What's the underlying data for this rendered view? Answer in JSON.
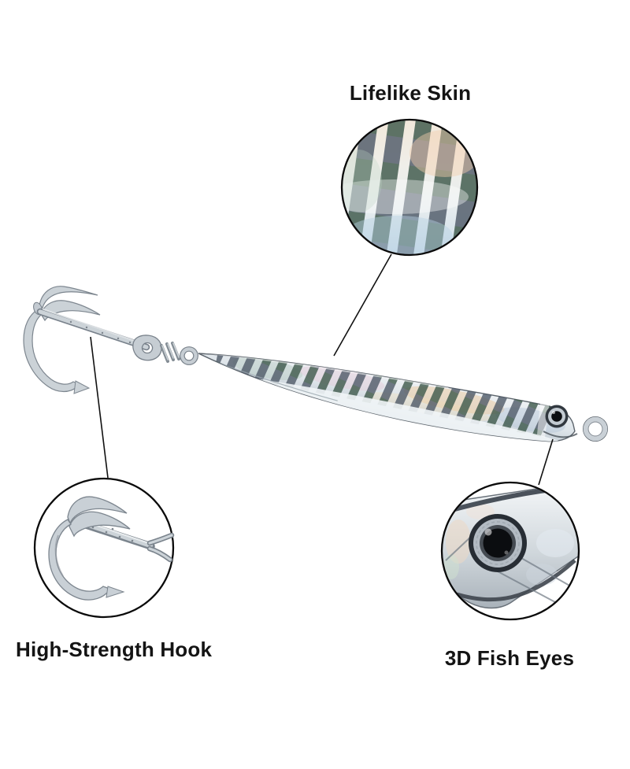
{
  "figure": {
    "alt": "Silver holographic fishing jig lure with treble hook, shown with three magnified detail callouts"
  },
  "callouts": [
    {
      "id": "lifelike-skin",
      "label": "Lifelike Skin"
    },
    {
      "id": "high-strength-hook",
      "label": "High-Strength Hook"
    },
    {
      "id": "3d-fish-eyes",
      "label": "3D Fish Eyes"
    }
  ],
  "colors": {
    "background": "#ffffff",
    "label_text": "#141414",
    "callout_outline": "#0a0a0a",
    "leader_line": "#111111",
    "metal_light": "#f2f5f7",
    "metal_mid": "#c9d0d6",
    "metal_dark": "#79828c",
    "stripe_green": "#3d584a",
    "stripe_slate": "#4f5a68",
    "holo_pink": "#f3cfae",
    "holo_blue": "#b9d2e4",
    "eye_pupil": "#0b0d10"
  }
}
